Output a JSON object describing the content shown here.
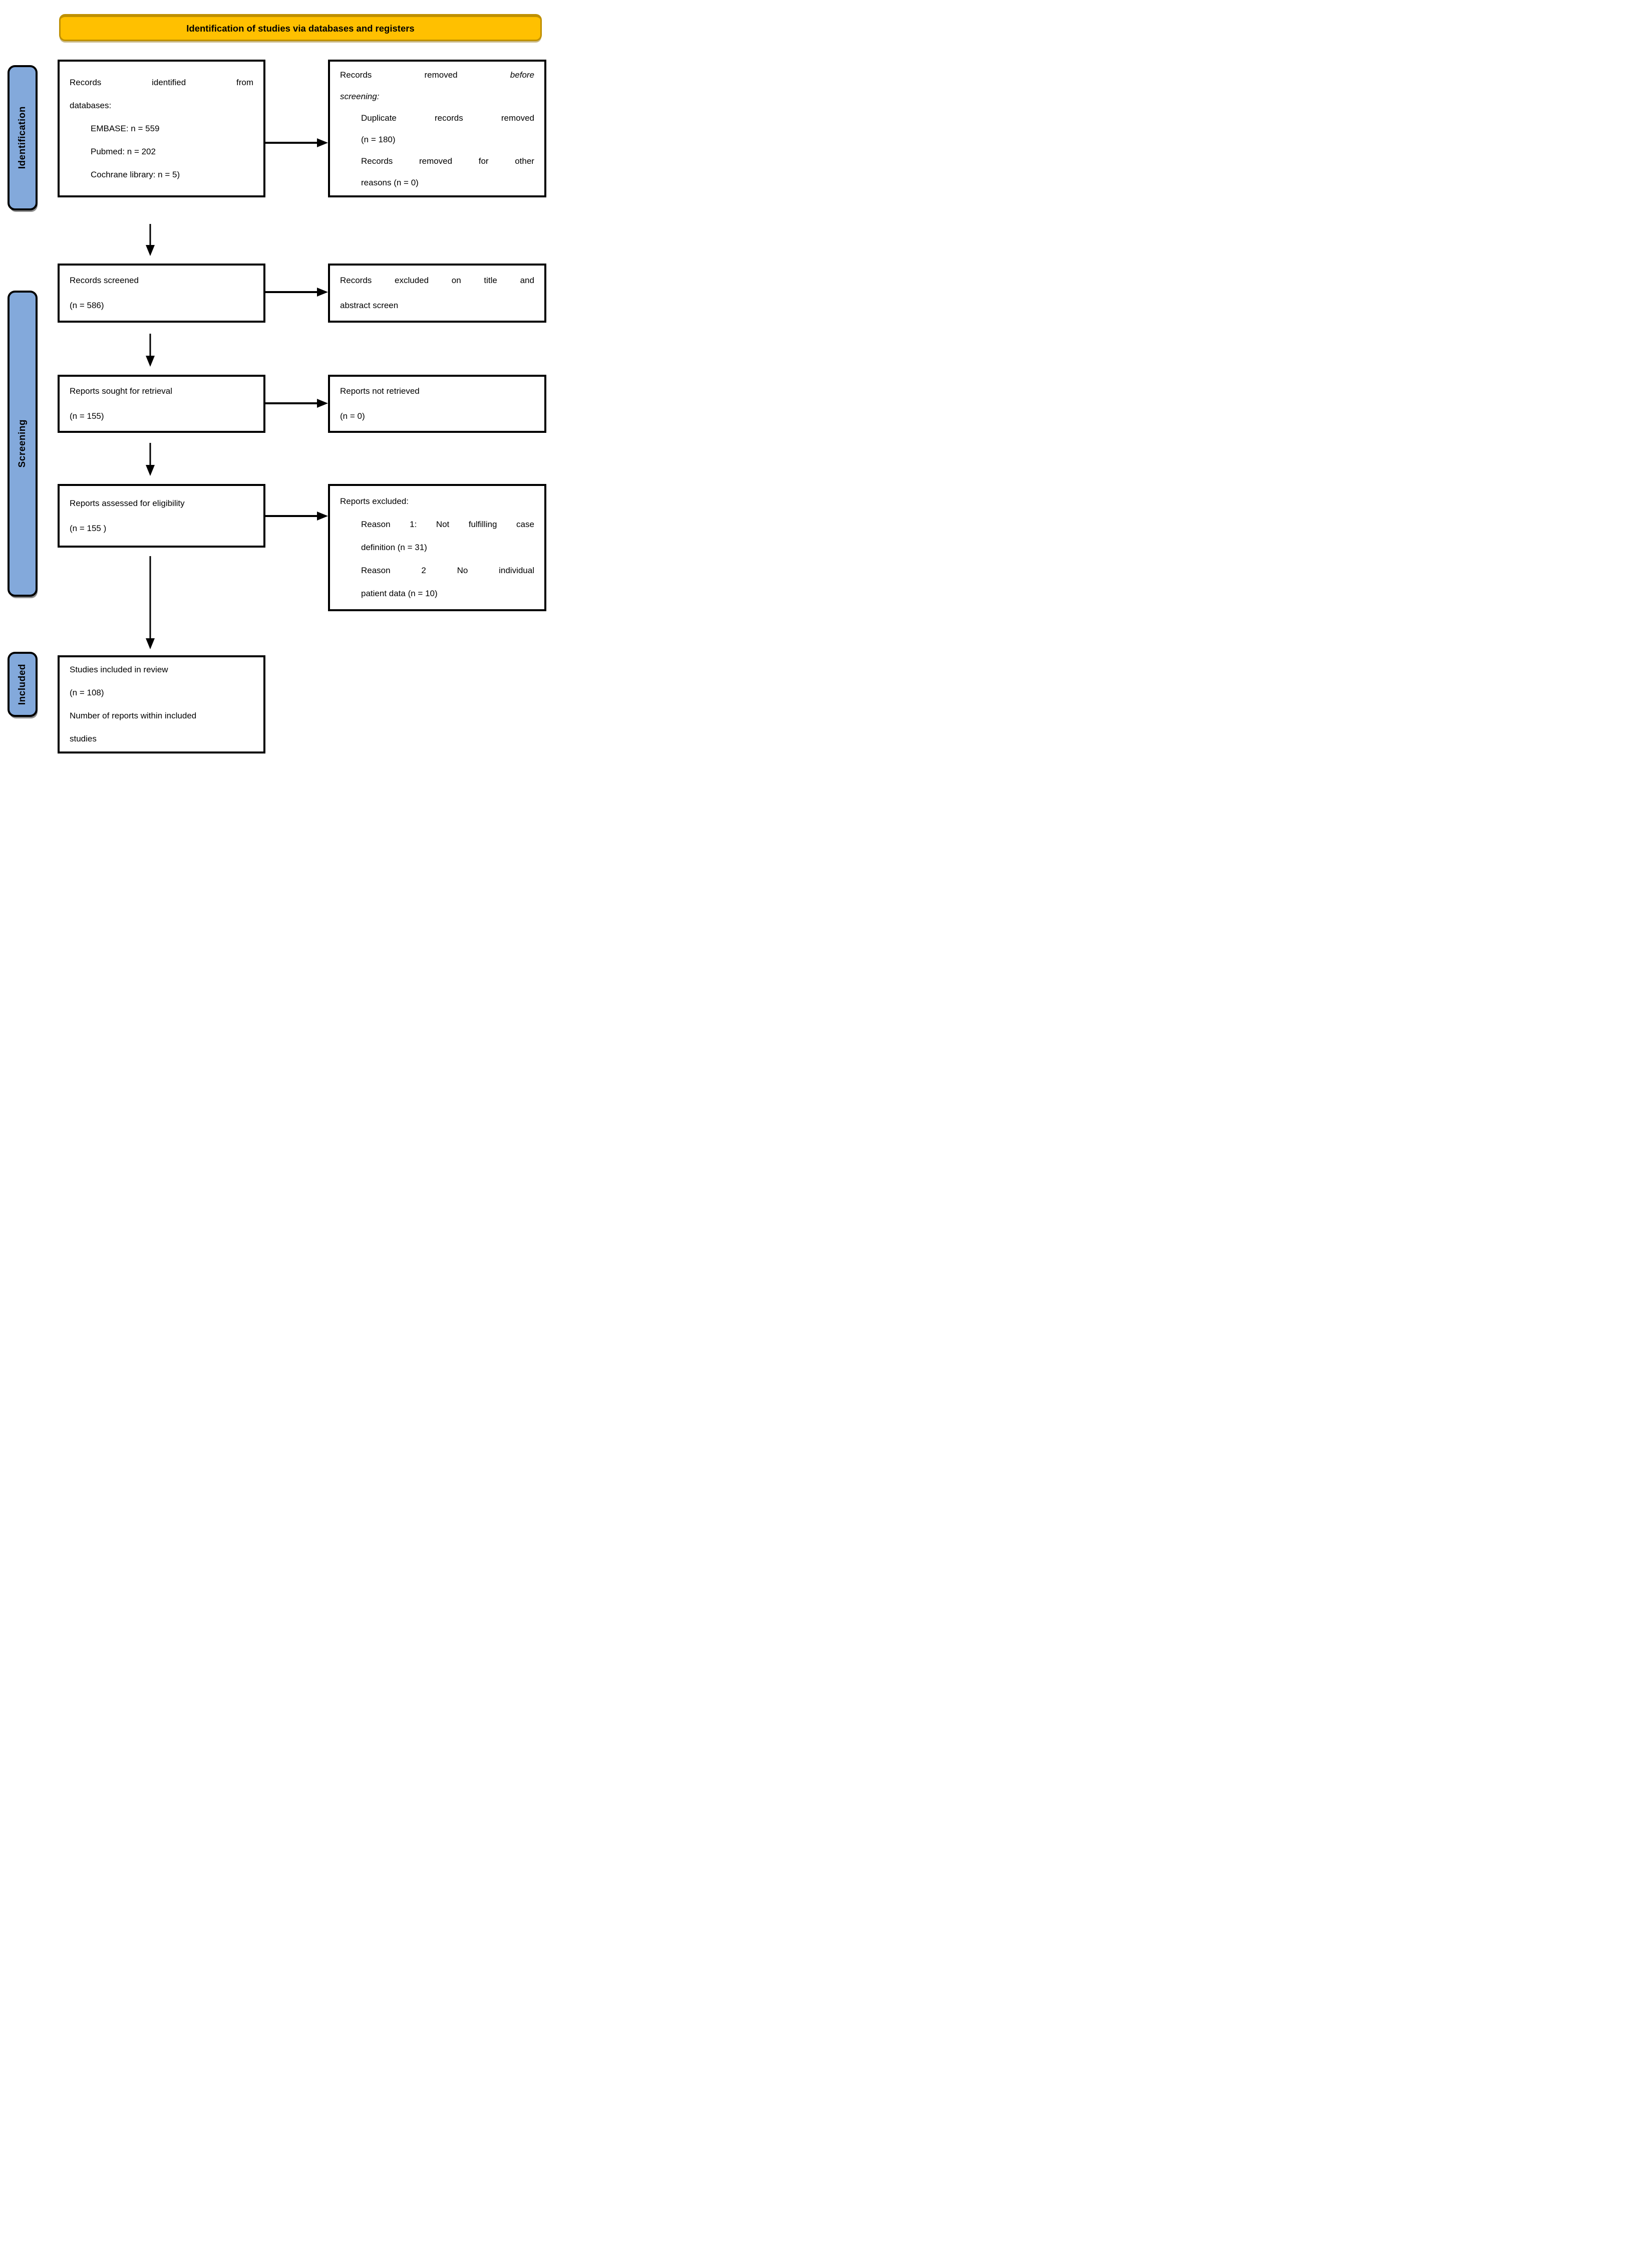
{
  "banner": {
    "title": "Identification of studies via databases and registers"
  },
  "stages": {
    "identification": "Identification",
    "screening": "Screening",
    "included": "Included"
  },
  "colors": {
    "banner_fill": "#FFC000",
    "banner_border": "#BF9000",
    "stage_fill": "#83A9DB",
    "stage_border": "#000000",
    "box_border": "#000000",
    "text": "#000000"
  },
  "boxes": {
    "records_identified": {
      "line1": {
        "w1": "Records",
        "w2": "identified",
        "w3": "from"
      },
      "line2": "databases:",
      "items": {
        "embase": "EMBASE: n = 559",
        "pubmed": "Pubmed: n = 202",
        "cochrane": "Cochrane library: n = 5)"
      }
    },
    "records_removed_before_screening": {
      "line1": {
        "w1": "Records",
        "w2": "removed",
        "w3": "before"
      },
      "line2": "screening:",
      "item1": {
        "l1": {
          "w1": "Duplicate",
          "w2": "records",
          "w3": "removed"
        },
        "l2": "(n = 180)"
      },
      "item2": {
        "l1": {
          "w1": "Records",
          "w2": "removed",
          "w3": "for",
          "w4": "other"
        },
        "l2": "reasons (n = 0)"
      }
    },
    "records_screened": {
      "line1": "Records screened",
      "line2": "(n = 586)"
    },
    "records_excluded": {
      "line1": {
        "w1": "Records",
        "w2": "excluded",
        "w3": "on",
        "w4": "title",
        "w5": "and"
      },
      "line2": "abstract screen"
    },
    "reports_sought": {
      "line1": "Reports sought for retrieval",
      "line2": "(n = 155)"
    },
    "reports_not_retrieved": {
      "line1": "Reports not retrieved",
      "line2": "(n = 0)"
    },
    "reports_assessed": {
      "line1": "Reports assessed for eligibility",
      "line2": "(n = 155 )"
    },
    "reports_excluded": {
      "line1": "Reports excluded:",
      "reason1": {
        "l1": {
          "w1": "Reason",
          "w2": "1:",
          "w3": "Not",
          "w4": "fulfilling",
          "w5": "case"
        },
        "l2": "definition (n = 31)"
      },
      "reason2": {
        "l1": {
          "w1": "Reason",
          "w2": "2",
          "w3": "No",
          "w4": "individual"
        },
        "l2": "patient data (n = 10)"
      }
    },
    "studies_included": {
      "line1": "Studies included in review",
      "line2": "(n = 108)",
      "line3": "Number of reports within included",
      "line4": "studies"
    }
  }
}
